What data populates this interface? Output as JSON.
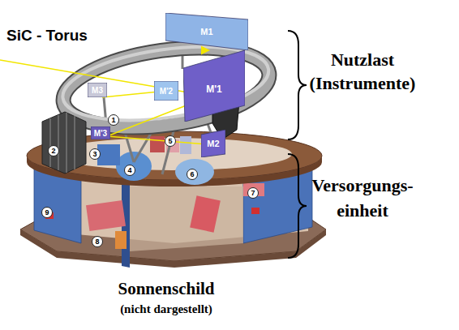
{
  "diagram": {
    "nodes": [
      {
        "text": [
          "M1"
        ]
      },
      {
        "text": [
          "M'2"
        ]
      },
      {
        "text": [
          "M'1"
        ]
      },
      {
        "text": [
          "M3"
        ]
      },
      {
        "text": [
          "M'3"
        ]
      },
      {
        "text": [
          "M2"
        ]
      }
    ],
    "edges": [
      {
        "from": 0,
        "to": 2,
        "arrow": "to"
      }
    ],
    "labels": [
      "SiC - Torus",
      "Nutzlast (Instrumente)",
      "Versorgungs- einheit",
      "Sonnenschild",
      "(nicht dargestellt)",
      "1",
      "2",
      "3",
      "4",
      "5",
      "6",
      "7",
      "8",
      "9"
    ]
  }
}
